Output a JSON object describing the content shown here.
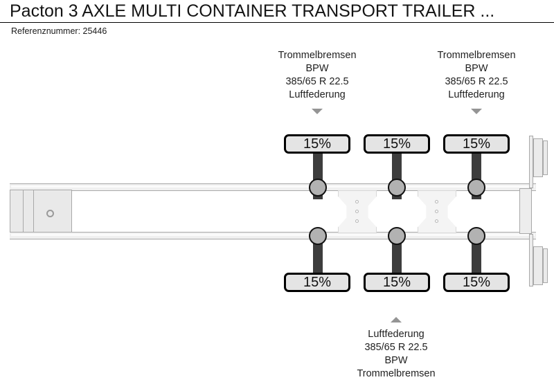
{
  "header": {
    "title": "Pacton 3 AXLE MULTI CONTAINER TRANSPORT TRAILER ...",
    "reference_label": "Referenznummer: 25446"
  },
  "diagram": {
    "type": "trailer-axle-diagram",
    "annotations": {
      "top_left_axle": {
        "lines": [
          "Trommelbremsen",
          "BPW",
          "385/65 R 22.5",
          "Luftfederung"
        ],
        "arrow": "arrow-down-icon"
      },
      "top_right_axle": {
        "lines": [
          "Trommelbremsen",
          "BPW",
          "385/65 R 22.5",
          "Luftfederung"
        ],
        "arrow": "arrow-down-icon"
      },
      "bottom_axle": {
        "lines": [
          "Luftfederung",
          "385/65 R 22.5",
          "BPW",
          "Trommelbremsen"
        ],
        "arrow": "arrow-up-icon"
      }
    },
    "tread_values": {
      "top": [
        "15%",
        "15%",
        "15%"
      ],
      "bottom": [
        "15%",
        "15%",
        "15%"
      ]
    },
    "colors": {
      "box_fill": "#e4e4e4",
      "box_border": "#000000",
      "stem": "#3d3d3d",
      "hub": "#b2b2b2",
      "rail": "#f0f0f0",
      "rail_outline": "#a8a8a8",
      "arrow": "#949494",
      "text": "#1a1a1a"
    }
  }
}
